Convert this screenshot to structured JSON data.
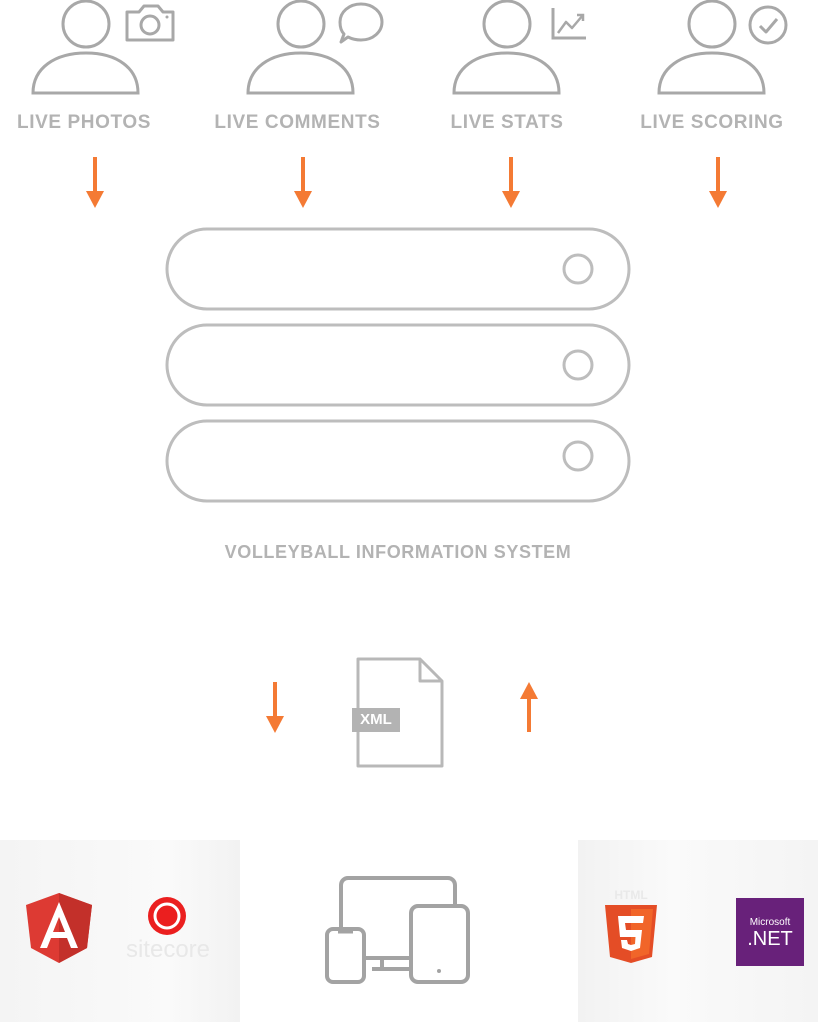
{
  "sources": [
    {
      "label": "LIVE PHOTOS",
      "badge_icon": "camera-icon"
    },
    {
      "label": "LIVE COMMENTS",
      "badge_icon": "speech-bubble-icon"
    },
    {
      "label": "LIVE STATS",
      "badge_icon": "line-chart-icon"
    },
    {
      "label": "LIVE SCORING",
      "badge_icon": "check-circle-icon"
    }
  ],
  "system": {
    "label": "VOLLEYBALL INFORMATION SYSTEM",
    "server_units": 3
  },
  "exchange": {
    "file_label": "XML"
  },
  "logos": {
    "sitecore_text": "sitecore",
    "html5_text": "HTML",
    "microsoft_text": "Microsoft",
    "dotnet_text": ".NET"
  },
  "colors": {
    "accent": "#f47a34",
    "line": "#a8a8a8",
    "text": "#b3b3b3"
  }
}
